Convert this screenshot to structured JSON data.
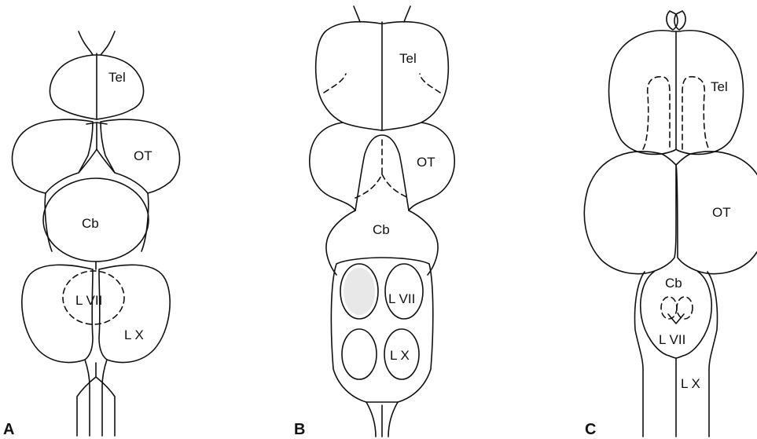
{
  "panels": [
    {
      "letter": "A",
      "labels": {
        "tel": "Tel",
        "ot": "OT",
        "cb": "Cb",
        "lvii": "L VII",
        "lx": "L X"
      }
    },
    {
      "letter": "B",
      "labels": {
        "tel": "Tel",
        "ot": "OT",
        "cb": "Cb",
        "lvii": "L VII",
        "lx": "L X"
      }
    },
    {
      "letter": "C",
      "labels": {
        "tel": "Tel",
        "ot": "OT",
        "cb": "Cb",
        "lvii": "L VII",
        "lx": "L X"
      }
    }
  ]
}
